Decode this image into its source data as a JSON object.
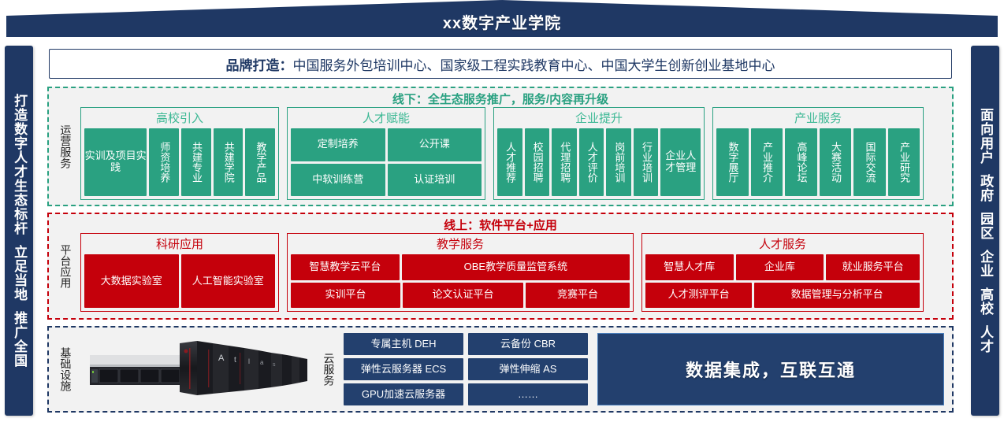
{
  "header": {
    "title": "xx数字产业学院"
  },
  "pillars": {
    "left": {
      "lines": [
        "打造数字人才生态标杆",
        "立足当地",
        "推广全国"
      ]
    },
    "right": {
      "lines": [
        "面向用户",
        "政府",
        "园区",
        "企业",
        "高校",
        "人才"
      ]
    }
  },
  "brand": {
    "label": "品牌打造：",
    "text": "中国服务外包培训中心、国家级工程实践教育中心、中国大学生创新创业基地中心"
  },
  "offline": {
    "heading": "线下：全生态服务推广，服务/内容再升级",
    "rail": "运营服务",
    "groups": [
      {
        "title": "高校引入",
        "chips": [
          "实训及项目实践",
          "师资培养",
          "共建专业",
          "共建学院",
          "教学产品"
        ]
      },
      {
        "title": "人才赋能",
        "chips": [
          "定制培养",
          "公开课",
          "中软训练营",
          "认证培训"
        ]
      },
      {
        "title": "企业提升",
        "chips": [
          "人才推荐",
          "校园招聘",
          "代理招聘",
          "人才评价",
          "岗前培训",
          "行业培训",
          "企业人才管理"
        ]
      },
      {
        "title": "产业服务",
        "chips": [
          "数字展厅",
          "产业推介",
          "高峰论坛",
          "大赛活动",
          "国际交流",
          "产业研究"
        ]
      }
    ]
  },
  "online": {
    "heading": "线上：软件平台+应用",
    "rail": "平台应用",
    "groups": [
      {
        "title": "科研应用",
        "chips": [
          "大数据实验室",
          "人工智能实验室"
        ]
      },
      {
        "title": "教学服务",
        "row1": [
          "智慧教学云平台",
          "OBE教学质量监管系统"
        ],
        "row2": [
          "实训平台",
          "论文认证平台",
          "竞赛平台"
        ]
      },
      {
        "title": "人才服务",
        "row1": [
          "智慧人才库",
          "企业库",
          "就业服务平台"
        ],
        "row2": [
          "人才测评平台",
          "数据管理与分析平台"
        ]
      }
    ]
  },
  "infrastructure": {
    "rail": "基础设施",
    "cloud_label": "云服务",
    "cloud_items_col1": [
      "专属主机 DEH",
      "弹性云服务器 ECS",
      "GPU加速云服务器"
    ],
    "cloud_items_col2": [
      "云备份 CBR",
      "弹性伸缩 AS",
      "……"
    ],
    "banner": "数据集成，互联互通",
    "server_images": [
      "rack-server-image",
      "atlas-cabinet-image"
    ]
  },
  "colors": {
    "navy": "#1f3864",
    "green": "#2aa181",
    "red": "#c5000b",
    "band_bg": "#f2f2f2"
  }
}
